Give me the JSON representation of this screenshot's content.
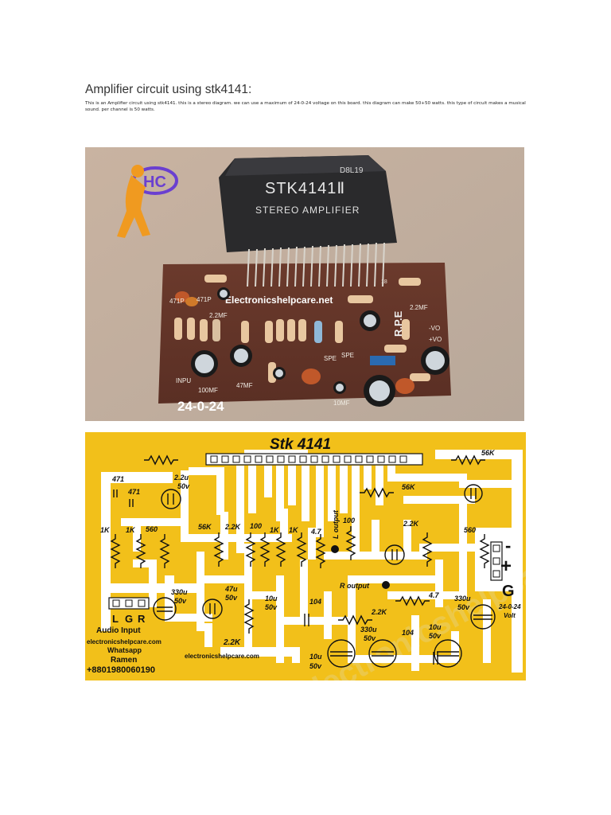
{
  "document": {
    "title": "Amplifier circuit using stk4141:",
    "description": "This is an Amplifier circuit using stk4141. this is a stereo diagram. we can use a maximum of 24-0-24 voltage on this board. this diagram can make 50+50 watts. this type of circuit makes a musical sound. per channel is 50 watts."
  },
  "photo": {
    "logo_text": "HC",
    "chip_code": "D8L19",
    "chip_model": "STK4141Ⅱ",
    "chip_subtitle": "STEREO AMPLIFIER",
    "pin_label_end": "18",
    "website": "Electronicshelpcare.net",
    "brand": "R.P.E",
    "labels": [
      "471P",
      "471P",
      "2.2MF",
      "2.2MF",
      "INPU",
      "100MF",
      "47MF",
      "SPE",
      "SPE",
      "-VO",
      "+VO",
      "10MF"
    ],
    "voltage": "24-0-24"
  },
  "diagram": {
    "title": "Stk 4141",
    "watermark": "electronicshelpcare",
    "labels": {
      "top_left_cap": "2.2u",
      "top_left_cap_v": "50v",
      "cap471a": "471",
      "cap471b": "471",
      "r1": "1K",
      "r2": "1K",
      "r3": "560",
      "r56k_left": "56K",
      "r22k_a": "2.2K",
      "r100_a": "100",
      "r1k_a": "1K",
      "r1k_b": "1K",
      "r47_a": "4.7",
      "r100_b": "100",
      "loutput": "L output",
      "r56k_top": "56K",
      "r56k_mid": "56K",
      "r22k_right": "2.2K",
      "r560_right": "560",
      "cap47u": "47u",
      "cap47u_v": "50v",
      "cap10u_a": "10u",
      "cap10u_a_v": "50v",
      "cap104_a": "104",
      "routput": "R output",
      "r47_b": "4.7",
      "r22k_b": "2.2K",
      "cap330u_a": "330u",
      "cap330u_a_v": "50v",
      "cap330u_b": "330u",
      "cap330u_b_v": "50v",
      "cap104_b": "104",
      "cap10u_b": "10u",
      "cap10u_b_v": "50v",
      "cap10u_c": "10u",
      "cap10u_c_v": "50v",
      "cap330u_c": "330u",
      "cap330u_c_v": "50v",
      "r22k_bottom": "2.2K",
      "input_l": "L",
      "input_g": "G",
      "input_r": "R",
      "audio_input": "Audio Input",
      "site1": "electronicshelpcare.com",
      "whatsapp": "Whatsapp",
      "name": "Ramen",
      "phone": "+8801980060190",
      "site2": "electronicshelpcare.com",
      "minus": "-",
      "plus": "+",
      "ground": "G",
      "volt": "24-0-24",
      "volt_unit": "Volt"
    }
  }
}
